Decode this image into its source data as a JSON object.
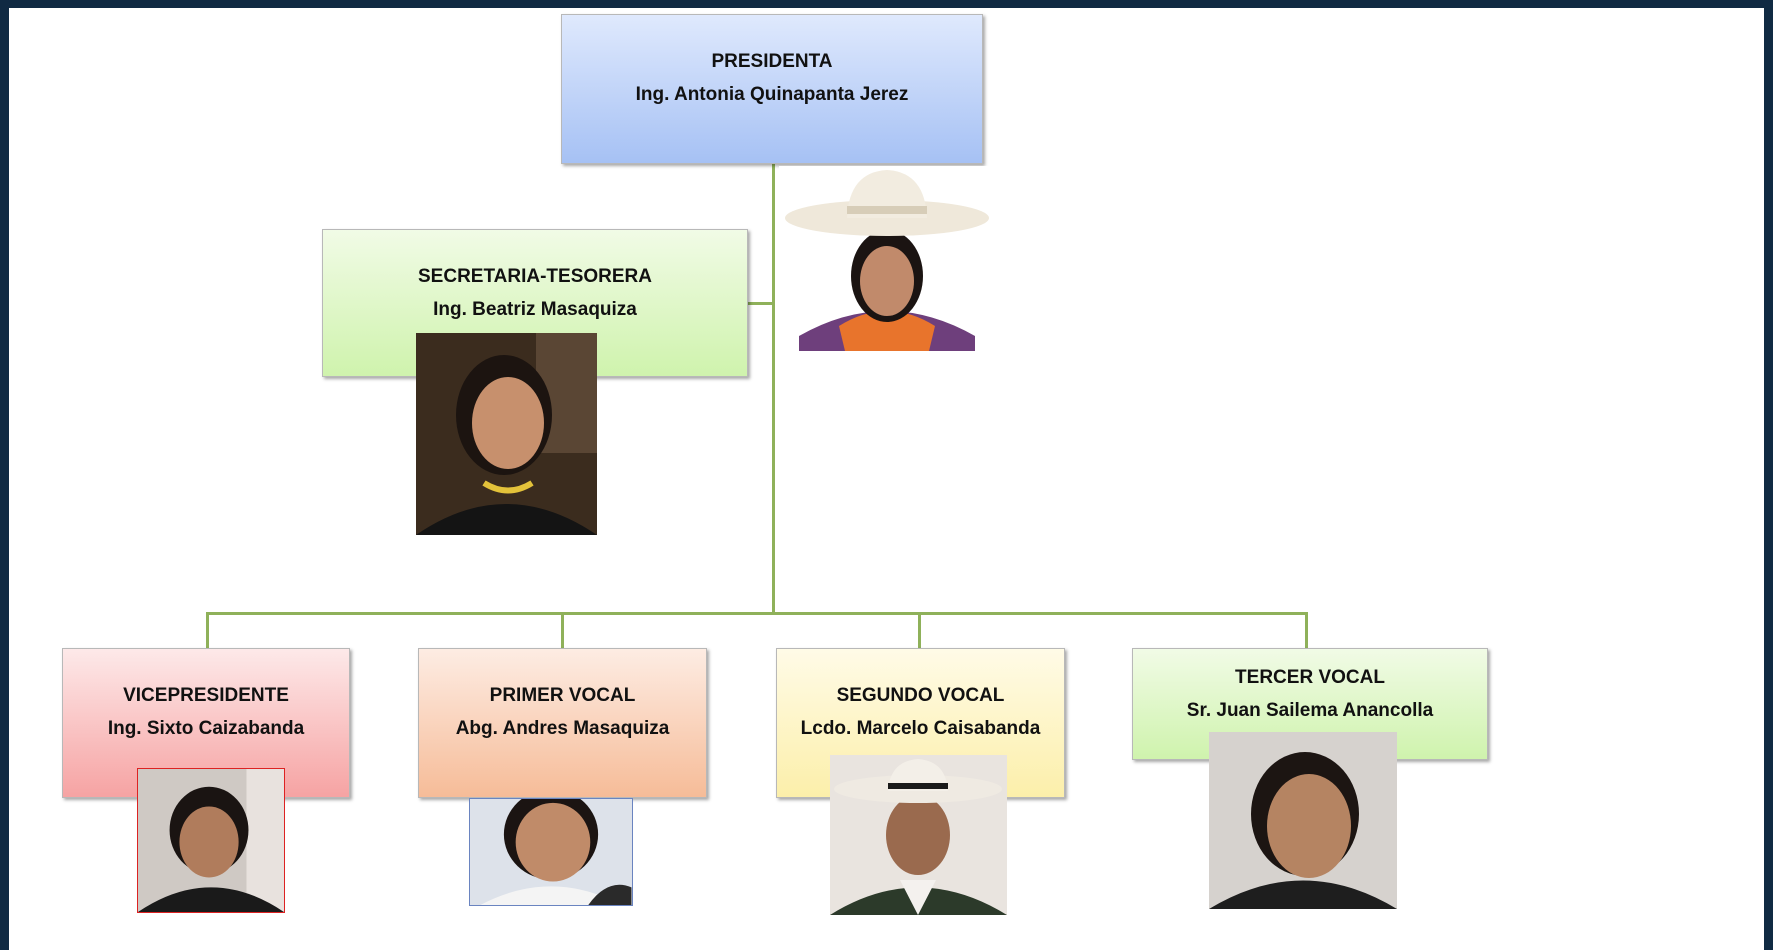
{
  "colors": {
    "frame": "#102a43",
    "connector": "#8fb15a",
    "presidenta_box": "#a6c1f4",
    "secretaria_box": "#cff3ad",
    "vicepresidente_box": "#f6a3a3",
    "primer_vocal_box": "#f6bc98",
    "segundo_vocal_box": "#fcefaa",
    "tercer_vocal_box": "#cff3ad"
  },
  "org": {
    "presidenta": {
      "role": "PRESIDENTA",
      "name": "Ing. Antonia Quinapanta Jerez"
    },
    "secretaria": {
      "role": "SECRETARIA-TESORERA",
      "name": "Ing. Beatriz Masaquiza"
    },
    "vicepresidente": {
      "role": "VICEPRESIDENTE",
      "name": "Ing. Sixto Caizabanda"
    },
    "primer_vocal": {
      "role": "PRIMER VOCAL",
      "name": "Abg. Andres Masaquiza"
    },
    "segundo_vocal": {
      "role": "SEGUNDO VOCAL",
      "name": "Lcdo. Marcelo Caisabanda"
    },
    "tercer_vocal": {
      "role": "TERCER VOCAL",
      "name": "Sr. Juan Sailema Anancolla"
    }
  }
}
